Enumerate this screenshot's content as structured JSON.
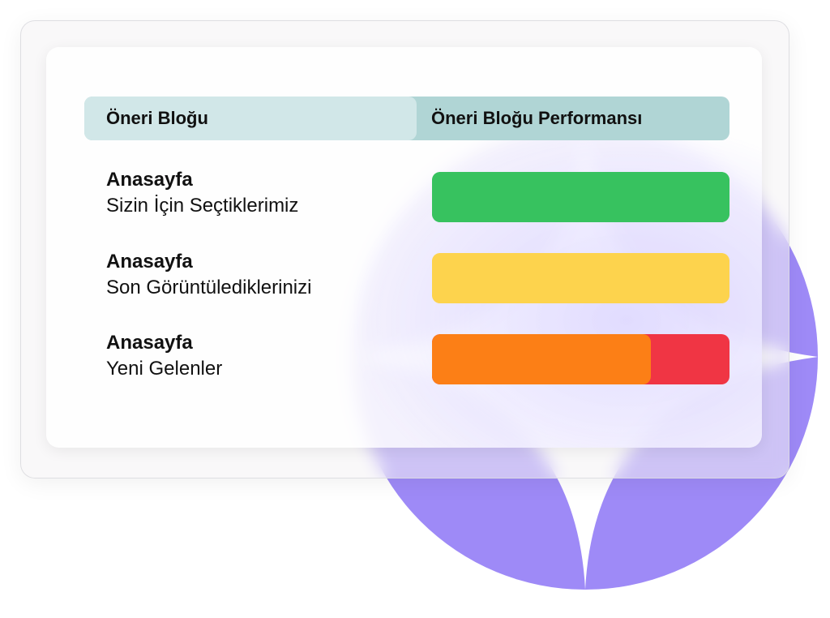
{
  "header": {
    "column_1": "Öneri Bloğu",
    "column_2": "Öneri Bloğu Performansı"
  },
  "rows": [
    {
      "title": "Anasayfa",
      "subtitle": "Sizin İçin Seçtiklerimiz",
      "performance": {
        "status": "high",
        "track_color": "#37C25F",
        "fill_color": "#37C25F",
        "fill_percent": 100
      }
    },
    {
      "title": "Anasayfa",
      "subtitle": "Son Görüntülediklerinizi",
      "performance": {
        "status": "medium",
        "track_color": "#FDD34D",
        "fill_color": "#FDD34D",
        "fill_percent": 100
      }
    },
    {
      "title": "Anasayfa",
      "subtitle": "Yeni Gelenler",
      "performance": {
        "status": "low",
        "track_color": "#F03544",
        "fill_color": "#FC7F16",
        "fill_percent": 73.5
      }
    }
  ],
  "colors": {
    "header_left": "#D1E7E8",
    "header_right": "#B0D5D5",
    "decor_circle": "#9E8AF7"
  },
  "decoration": {
    "shape": "circle-with-four-point-star-cutout"
  }
}
